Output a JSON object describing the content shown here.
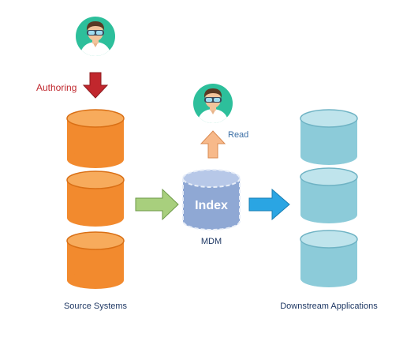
{
  "labels": {
    "authoring": "Authoring",
    "read": "Read",
    "index": "Index",
    "mdm": "MDM",
    "source_systems": "Source Systems",
    "downstream_applications": "Downstream Applications"
  },
  "colors": {
    "authoring_text": "#c0282e",
    "read_text": "#3a6ea5",
    "caption_text": "#1f3864",
    "index_text": "#ffffff",
    "source_body": "#f28a2e",
    "source_top": "#f7ab5c",
    "source_rim": "#d96f15",
    "downstream_body": "#8ccbd9",
    "downstream_top": "#bfe4ec",
    "downstream_rim": "#6fb3c4",
    "index_body": "#8fa8d4",
    "index_top": "#b7c8e8",
    "index_dash": "#e8eef8",
    "authoring_arrow": "#c1272d",
    "read_arrow": "#f7b98a",
    "to_index_arrow": "#a8cf7d",
    "to_downstream_arrow": "#2aa5e3",
    "avatar_bg": "#2dbf9b"
  },
  "icons": {
    "author_avatar": "person-goggles-icon",
    "reader_avatar": "person-goggles-icon"
  }
}
